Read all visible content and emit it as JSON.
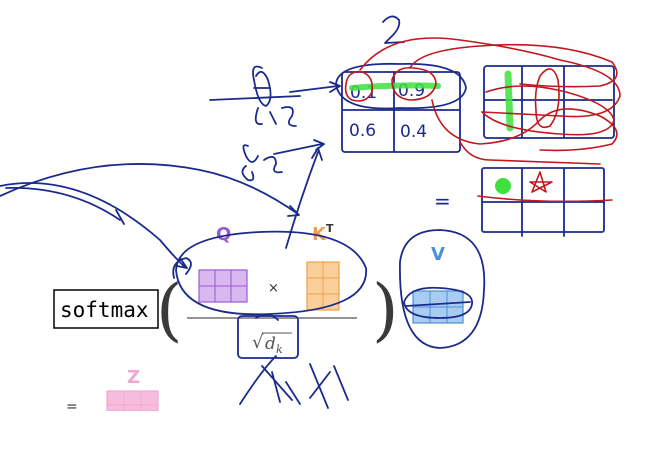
{
  "formula": {
    "softmax_label": "softmax",
    "q_label": "Q",
    "k_label": "K",
    "k_superscript": "T",
    "v_label": "V",
    "z_label": "Z",
    "times_symbol": "×",
    "equals_symbol": "=",
    "sqrt_symbol": "√",
    "dk_label": "d",
    "dk_subscript": "k"
  },
  "colors": {
    "q": "#9b59d0",
    "q_fill": "#d9b8f0",
    "k": "#f0a04b",
    "k_fill": "#fbcf9c",
    "v": "#4a90d9",
    "v_fill": "#a9cdf2",
    "z": "#f0a8d0",
    "z_fill": "#f6bcdc",
    "ink_blue": "#1a2b8c",
    "ink_red": "#c0181e",
    "highlight_green": "#3de03d",
    "highlight_pink": "#ff2bd6"
  },
  "annotations": {
    "top_number": "2",
    "row1_label": "θ1",
    "row2_label": "θ2",
    "matrix_cells": [
      "0.1",
      "0.9",
      "0.6",
      "0.4"
    ],
    "result_equals": "="
  }
}
